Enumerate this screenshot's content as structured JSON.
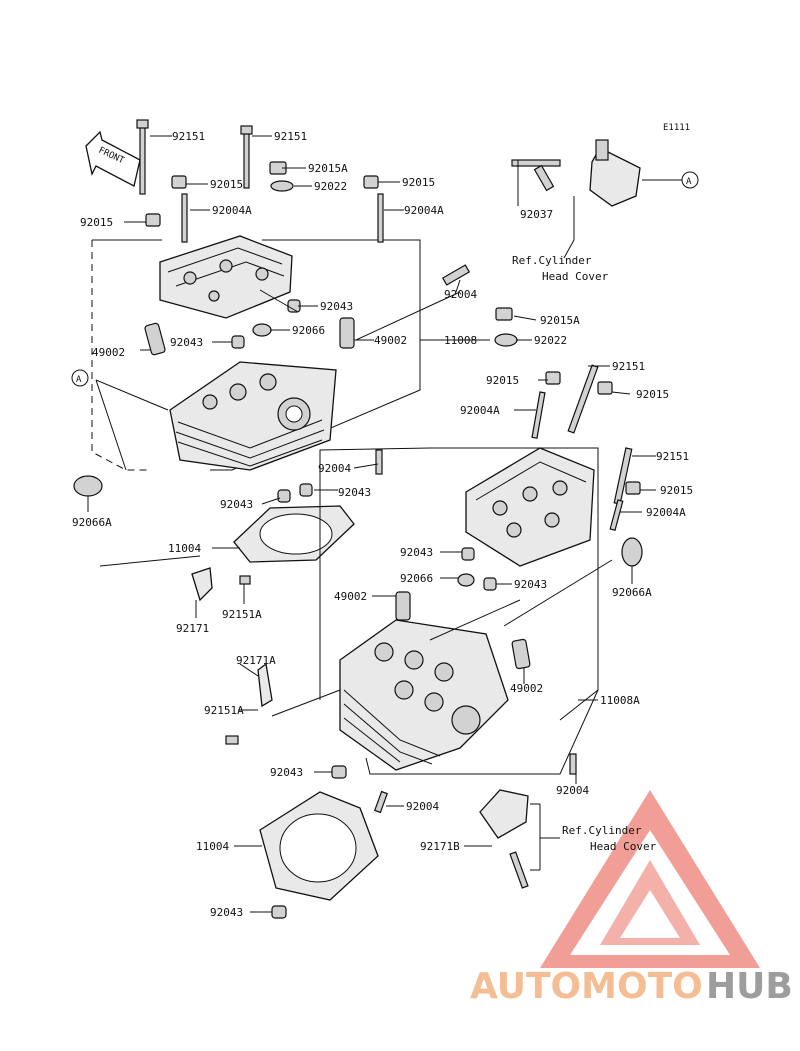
{
  "diagram": {
    "code": "E1111",
    "front_arrow": "FRONT",
    "ref_mark": "A",
    "labels": {
      "l92151a": "92151",
      "l92151b": "92151",
      "l92015a": "92015",
      "l92015Aa": "92015A",
      "l92015b": "92015",
      "l92022a": "92022",
      "l92004Aa": "92004A",
      "l92004Ab": "92004A",
      "l92015c": "92015",
      "l92004a": "92004",
      "l92043a": "92043",
      "l92066a": "92066",
      "l49002a": "49002",
      "l92043b": "92043",
      "l11008": "11008",
      "l92004b": "92004",
      "l92043c": "92043",
      "l92043d": "92043",
      "l92066Aa": "92066A",
      "l11004a": "11004",
      "l92171": "92171",
      "l92151Aa": "92151A",
      "l92037": "92037",
      "l92015Ab": "92015A",
      "l92022b": "92022",
      "l92151c": "92151",
      "l92015d": "92015",
      "l92004Ac": "92004A",
      "l92015e": "92015",
      "l92151d": "92151",
      "l92015f": "92015",
      "l92004Ad": "92004A",
      "l92043e": "92043",
      "l92066b": "92066",
      "l92043f": "92043",
      "l49002b": "49002",
      "l92066Ab": "92066A",
      "l92171A": "92171A",
      "l49002c": "49002",
      "l92151Ab": "92151A",
      "l11008A": "11008A",
      "l92043g": "92043",
      "l92004c": "92004",
      "l92004d": "92004",
      "l11004b": "11004",
      "l92171B": "92171B",
      "l92043h": "92043"
    },
    "ref_top": [
      "Ref.Cylinder",
      "Head Cover"
    ],
    "ref_bottom": [
      "Ref.Cylinder",
      "Head Cover"
    ]
  },
  "watermark": {
    "part1": "AUTOMOTO",
    "part2": "HUB",
    "color1": "#f0b0a8",
    "color2": "#8c8c8c"
  }
}
